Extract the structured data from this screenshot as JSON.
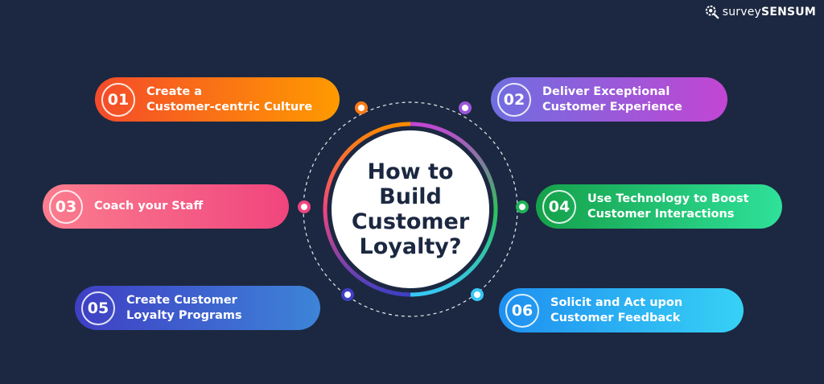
{
  "logo": {
    "icon": "magnifier-gear-icon",
    "part1": "survey",
    "part2": "SENSUM"
  },
  "center": {
    "title": "How to Build Customer Loyalty?"
  },
  "steps": [
    {
      "number": "01",
      "label": "Create a\nCustomer-centric Culture",
      "color_start": "#f44b2a",
      "color_end": "#ff9a00"
    },
    {
      "number": "02",
      "label": "Deliver Exceptional\nCustomer Experience",
      "color_start": "#6f6ee0",
      "color_end": "#c246d3"
    },
    {
      "number": "03",
      "label": "Coach your Staff",
      "color_start": "#fb7d8e",
      "color_end": "#f0457e"
    },
    {
      "number": "04",
      "label": "Use Technology to Boost\nCustomer Interactions",
      "color_start": "#15a14a",
      "color_end": "#2fe19a"
    },
    {
      "number": "05",
      "label": "Create Customer\nLoyalty Programs",
      "color_start": "#3f3fc4",
      "color_end": "#3d84d8"
    },
    {
      "number": "06",
      "label": "Solicit and Act upon\nCustomer Feedback",
      "color_start": "#1f8ff0",
      "color_end": "#37d1f5"
    }
  ],
  "colors": {
    "background": "#1c2841",
    "ring": "#ffffff"
  }
}
